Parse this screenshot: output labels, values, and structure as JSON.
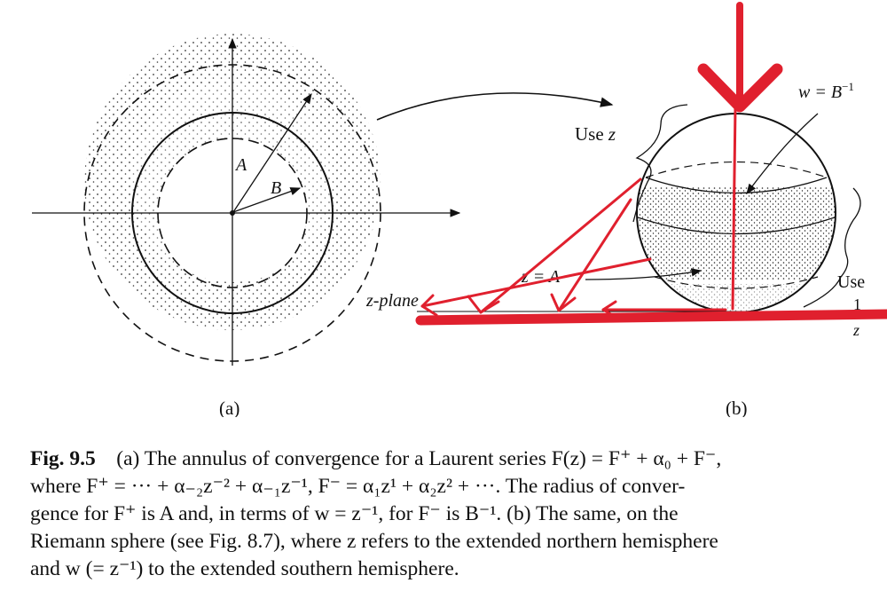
{
  "figure": {
    "label_a": "(a)",
    "label_b": "(b)",
    "labels": {
      "A": "A",
      "B": "B",
      "z_plane": "z-plane",
      "use_z": "Use z",
      "w_eq": "w = B",
      "w_eq_sup": "−1",
      "z_eq_a": "z = A",
      "use": "Use",
      "one": "1",
      "z": "z"
    },
    "annotation_color": "#e0202e"
  },
  "caption": {
    "figno": "Fig. 9.5",
    "text_a": "(a) The annulus of convergence for a Laurent series F(z) = F⁺ + α₀ + F⁻,",
    "text_b": "where F⁺ = ··· + α₋₂z⁻² + α₋₁z⁻¹, F⁻ = α₁z¹ + α₂z² + ···. The radius of conver-",
    "text_c": "gence for F⁺ is A and, in terms of w = z⁻¹, for F⁻ is B⁻¹. (b) The same, on the",
    "text_d": "Riemann sphere (see Fig. 8.7), where z refers to the extended northern hemisphere",
    "text_e": "and w (= z⁻¹) to the extended southern hemisphere."
  }
}
